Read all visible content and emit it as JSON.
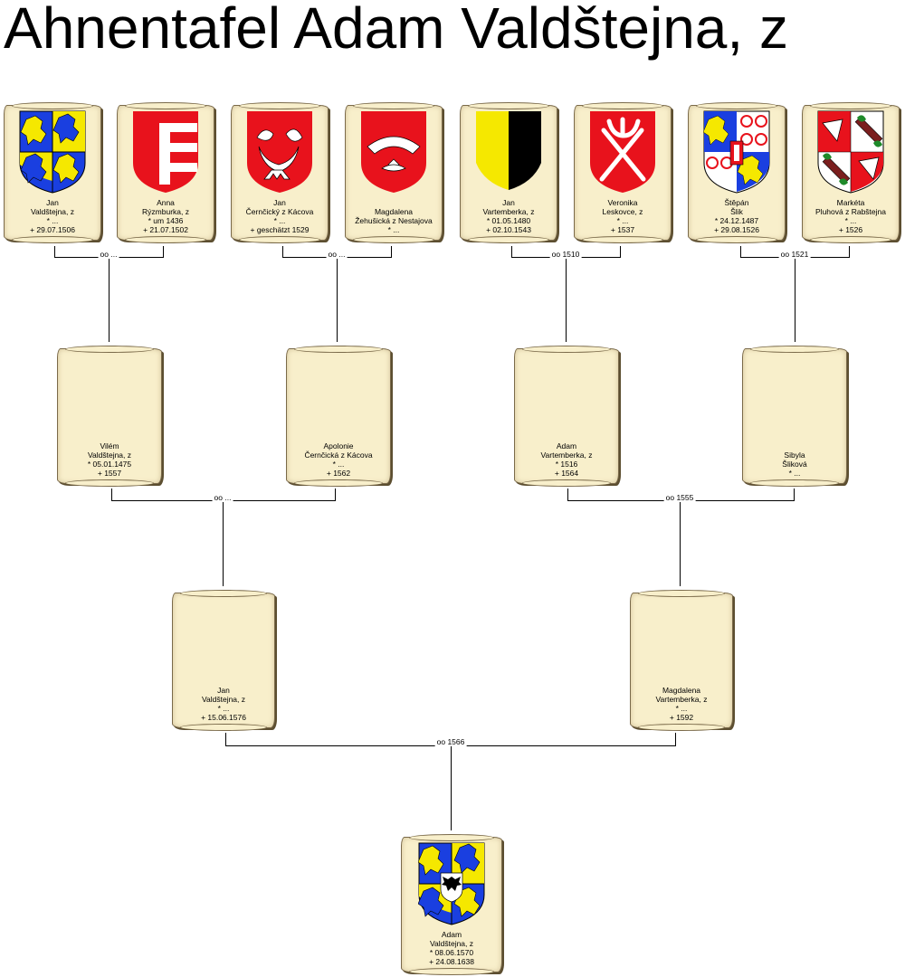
{
  "title": "Ahnentafel Adam Valdštejna, z",
  "persons": {
    "p1": {
      "l1": "Jan",
      "l2": "Valdštejna, z",
      "birth": "* ...",
      "death": "+ 29.07.1506"
    },
    "p2": {
      "l1": "Anna",
      "l2": "Rýzmburka, z",
      "birth": "* um 1436",
      "death": "+ 21.07.1502"
    },
    "p3": {
      "l1": "Jan",
      "l2": "Černčický z Kácova",
      "birth": "* ...",
      "death": "+ geschätzt 1529"
    },
    "p4": {
      "l1": "Magdalena",
      "l2": "Žehušická z Nestajova",
      "birth": "* ...",
      "death": ""
    },
    "p5": {
      "l1": "Jan",
      "l2": "Vartemberka, z",
      "birth": "* 01.05.1480",
      "death": "+ 02.10.1543"
    },
    "p6": {
      "l1": "Veronika",
      "l2": "Leskovce, z",
      "birth": "* ...",
      "death": "+ 1537"
    },
    "p7": {
      "l1": "Štěpán",
      "l2": "Šlik",
      "birth": "* 24.12.1487",
      "death": "+ 29.08.1526"
    },
    "p8": {
      "l1": "Markéta",
      "l2": "Pluhová z Rabštejna",
      "birth": "* ...",
      "death": "+ 1526"
    },
    "p9": {
      "l1": "Vilém",
      "l2": "Valdštejna, z",
      "birth": "* 05.01.1475",
      "death": "+ 1557"
    },
    "p10": {
      "l1": "Apolonie",
      "l2": "Černčická z Kácova",
      "birth": "* ...",
      "death": "+ 1562"
    },
    "p11": {
      "l1": "Adam",
      "l2": "Vartemberka, z",
      "birth": "* 1516",
      "death": "+ 1564"
    },
    "p12": {
      "l1": "Sibyla",
      "l2": "Šliková",
      "birth": "* ...",
      "death": ""
    },
    "p13": {
      "l1": "Jan",
      "l2": "Valdštejna, z",
      "birth": "* ...",
      "death": "+ 15.06.1576"
    },
    "p14": {
      "l1": "Magdalena",
      "l2": "Vartemberka, z",
      "birth": "* ...",
      "death": "+ 1592"
    },
    "p15": {
      "l1": "Adam",
      "l2": "Valdštejna, z",
      "birth": "* 08.06.1570",
      "death": "+ 24.08.1638"
    }
  },
  "marriages": {
    "m1": "oo ...",
    "m2": "oo ...",
    "m3": "oo 1510",
    "m4": "oo 1521",
    "m5": "oo ...",
    "m6": "oo 1555",
    "m7": "oo 1566"
  },
  "colors": {
    "parchment": "#f8efcb",
    "crest_red": "#e8121c",
    "crest_blue": "#1a3fe0",
    "crest_yellow": "#f5e800",
    "crest_black": "#000000",
    "crest_green": "#1e8a2a",
    "crest_brown": "#7a1e1e"
  },
  "crests": {
    "p1": "valdstejn-quartered-lions",
    "p2": "rýzmburk-red-white-bars",
    "p3": "kacov-horns",
    "p4": "zehusice-fan",
    "p5": "vartemberk-yellow-black",
    "p6": "leskovec-trident",
    "p7": "slik-quartered",
    "p8": "rabstejn-plough",
    "p15": "valdstejn-eagle"
  }
}
